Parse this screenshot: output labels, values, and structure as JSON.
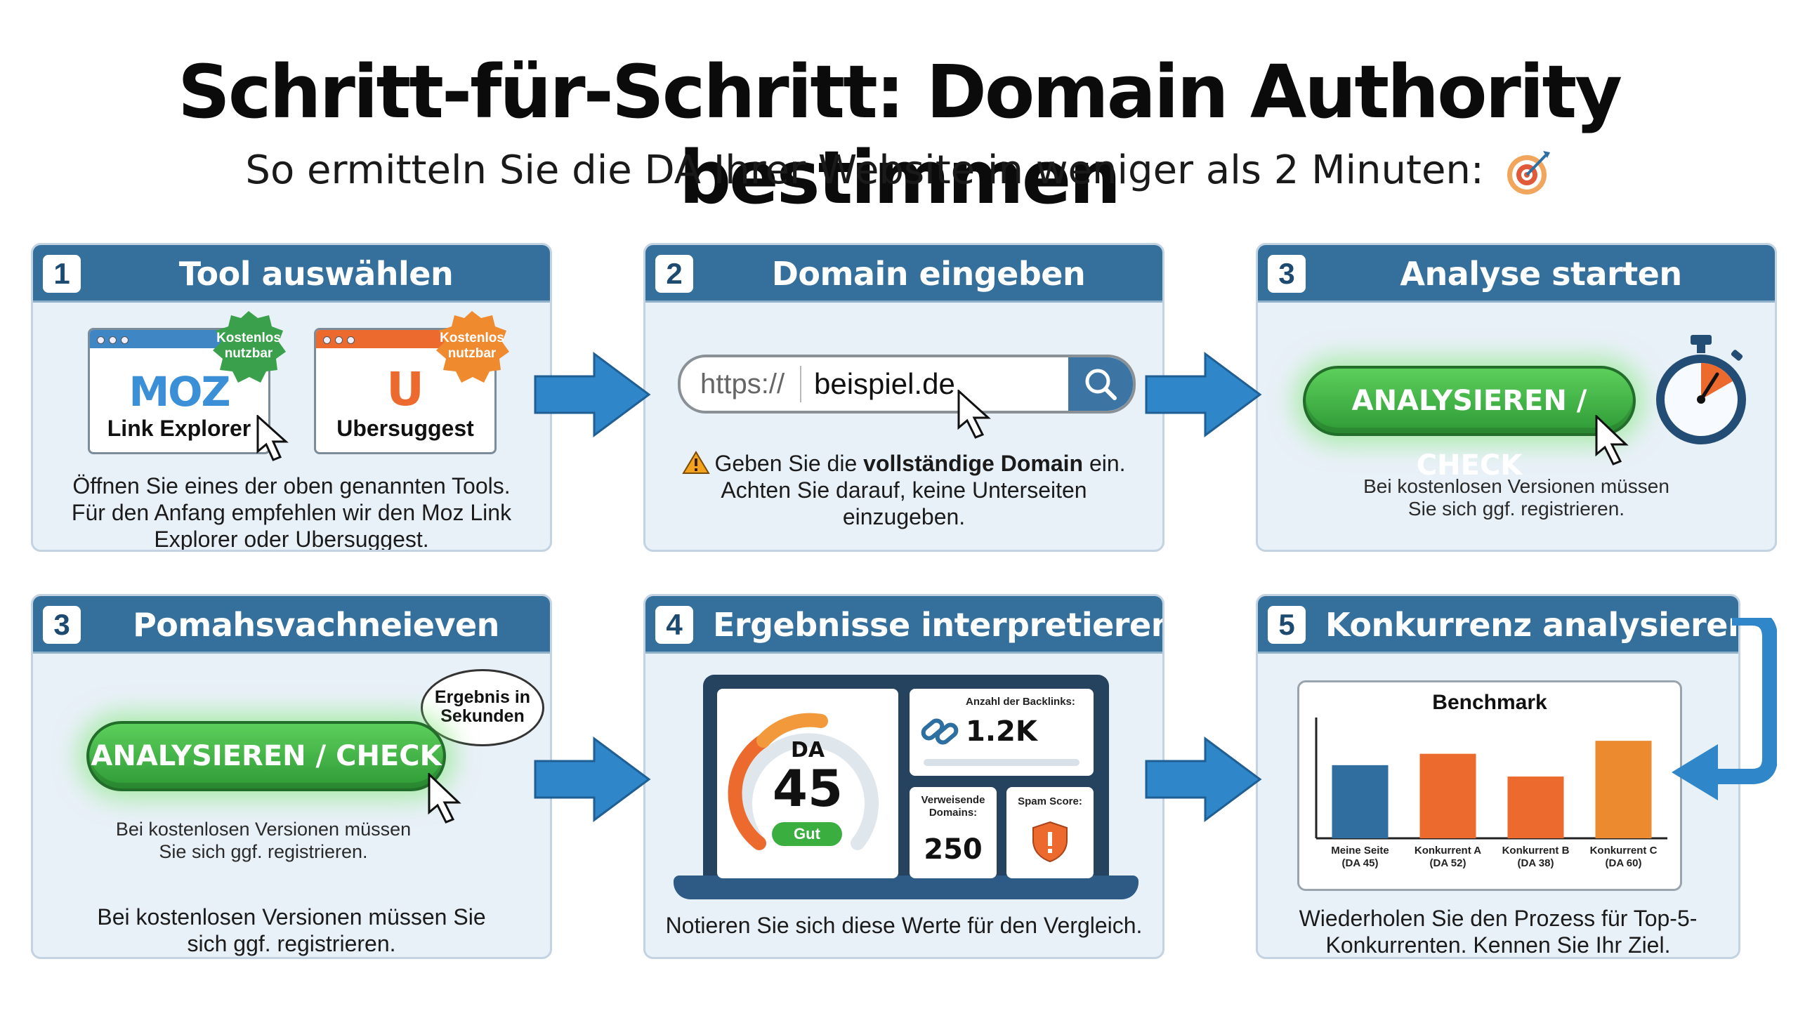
{
  "header": {
    "title": "Schritt-für-Schritt: Domain Authority bestimmen",
    "subtitle": "So ermitteln Sie die DA Ihrer Website in weniger als 2 Minuten:",
    "subtitle_icon": "target-icon"
  },
  "colors": {
    "header_blue": "#356f9c",
    "arrow_blue": "#2f86c9",
    "green": "#3aae3e",
    "orange": "#ec6a2e"
  },
  "card1": {
    "num": "1",
    "title": "Tool auswählen",
    "tools": [
      {
        "name": "Link Explorer",
        "logo": "MOZ",
        "badge": "Kostenlos nutzbar"
      },
      {
        "name": "Ubersuggest",
        "logo": "U",
        "badge": "Kostenlos nutzbar"
      }
    ],
    "desc": [
      "Öffnen Sie eines der oben genannten Tools.",
      "Für den Anfang empfehlen wir den Moz Link",
      "Explorer oder Ubersuggest."
    ]
  },
  "card2": {
    "num": "2",
    "title": "Domain eingeben",
    "url_proto": "https://",
    "url_value": "beispiel.de",
    "warn_pre": "Geben Sie die ",
    "warn_bold": "vollständige Domain",
    "warn_post": " ein.",
    "desc2": [
      "Achten Sie darauf, keine Unterseiten",
      "einzugeben."
    ]
  },
  "card3": {
    "num": "3",
    "title": "Analyse starten",
    "button": "ANALYSIEREN / CHECK",
    "desc": [
      "Bei kostenlosen Versionen müssen",
      "Sie sich ggf. registrieren."
    ]
  },
  "card4": {
    "num": "3",
    "title": "Pomahsvachneieven",
    "button": "ANALYSIEREN / CHECK",
    "bubble": [
      "Ergebnis in",
      "Sekunden"
    ],
    "desc_small": [
      "Bei kostenlosen Versionen müssen",
      "Sie sich ggf. registrieren."
    ],
    "desc": [
      "Bei kostenlosen Versionen müssen Sie",
      "sich ggf. registrieren."
    ]
  },
  "card5": {
    "num": "4",
    "title": "Ergebnisse interpretieren",
    "da_label": "DA",
    "da_value": "45",
    "da_rating": "Gut",
    "backlinks_label": "Anzahl der Backlinks:",
    "backlinks_value": "1.2K",
    "domains_label": [
      "Verweisende",
      "Domains:"
    ],
    "domains_value": "250",
    "spam_label": "Spam Score:",
    "desc": "Notieren Sie sich diese Werte für den Vergleich."
  },
  "card6": {
    "num": "5",
    "title": "Konkurrenz analysieren",
    "desc": [
      "Wiederholen Sie den Prozess für Top-5-",
      "Konkurrenten. Kennen Sie Ihr Ziel."
    ]
  },
  "chart_data": {
    "type": "bar",
    "title": "Benchmark",
    "categories": [
      "Meine Seite",
      "Konkurrent A",
      "Konkurrent B",
      "Konkurrent C"
    ],
    "category_sub": [
      "(DA 45)",
      "(DA 52)",
      "(DA 38)",
      "(DA 60)"
    ],
    "values": [
      45,
      52,
      38,
      60
    ],
    "colors": [
      "#2f6e9e",
      "#ec6a2e",
      "#ec6a2e",
      "#eb8a2e"
    ],
    "ylim": [
      0,
      70
    ],
    "grid": false
  }
}
